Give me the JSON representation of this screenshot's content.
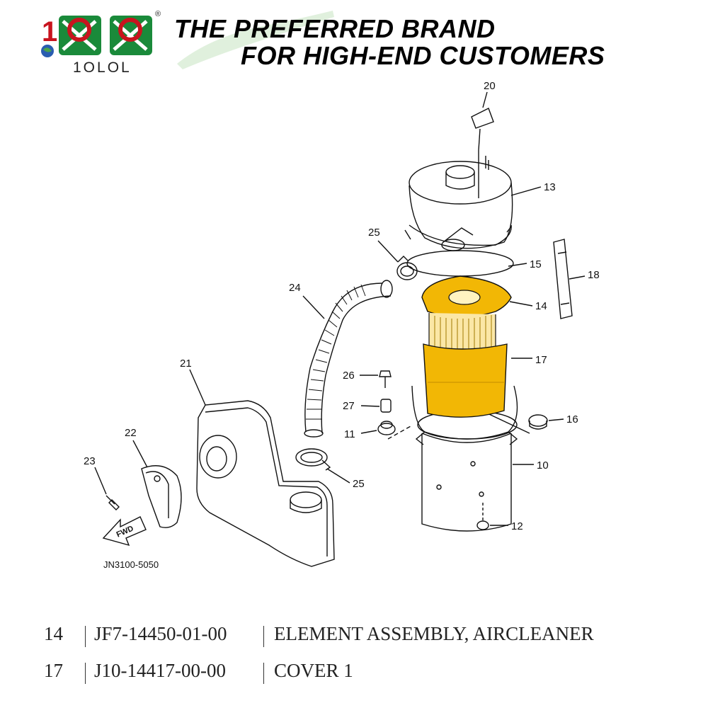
{
  "header": {
    "logo_text": "1OLOL",
    "registered_mark": "®",
    "tagline_line1": "THE PREFERRED BRAND",
    "tagline_line2": "FOR HIGH-END CUSTOMERS"
  },
  "diagram": {
    "reference_code": "JN3100-5050",
    "direction_label": "FWD",
    "highlight_color": "#F2B705",
    "callouts": [
      "20",
      "13",
      "25",
      "15",
      "18",
      "24",
      "14",
      "17",
      "21",
      "26",
      "27",
      "16",
      "11",
      "22",
      "10",
      "23",
      "25",
      "12"
    ]
  },
  "parts_table": {
    "rows": [
      {
        "no": "14",
        "part_number": "JF7-14450-01-00",
        "description": "ELEMENT ASSEMBLY, AIRCLEANER"
      },
      {
        "no": "17",
        "part_number": "J10-14417-00-00",
        "description": "COVER 1"
      }
    ]
  }
}
